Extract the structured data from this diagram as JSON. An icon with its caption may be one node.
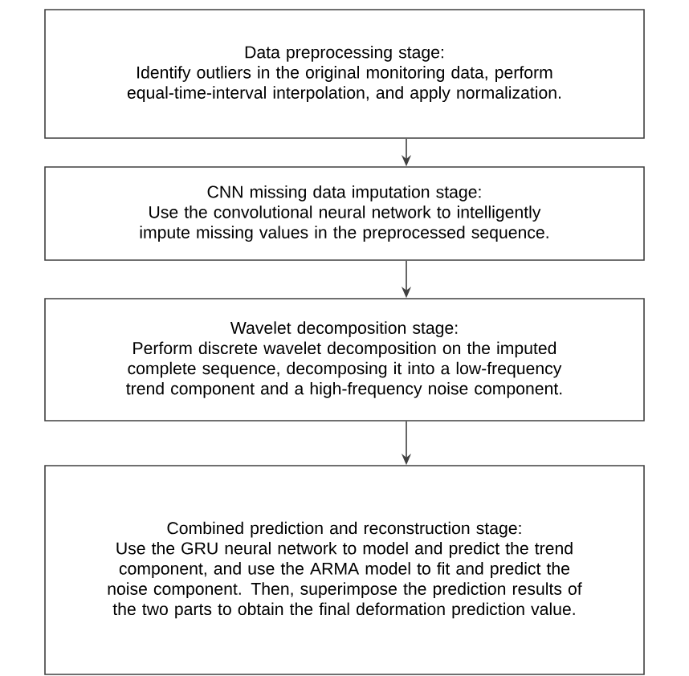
{
  "diagram": {
    "nodes": [
      {
        "text": [
          "Data preprocessing stage:",
          "Identify outliers in the original monitoring data, perform equal-time-interval interpolation, and apply normalization."
        ]
      },
      {
        "text": [
          "CNN missing data imputation stage:",
          "Use the convolutional neural network to intelligently impute missing values in the preprocessed sequence."
        ]
      },
      {
        "text": [
          "Wavelet decomposition stage:",
          "Perform discrete wavelet decomposition on the imputed complete sequence, decomposing it into a low-frequency trend component and a high-frequency noise component."
        ]
      },
      {
        "text": [
          "Combined prediction and reconstruction stage:",
          "Use the GRU neural network to model and predict the trend component, and use the ARMA model to fit and predict the noise component. Then, superimpose the prediction results of the two parts to obtain the final deformation prediction value."
        ]
      }
    ],
    "edges": [
      {
        "from": 0,
        "to": 1,
        "arrow": "to"
      },
      {
        "from": 1,
        "to": 2,
        "arrow": "to"
      },
      {
        "from": 2,
        "to": 3,
        "arrow": "to"
      }
    ]
  }
}
